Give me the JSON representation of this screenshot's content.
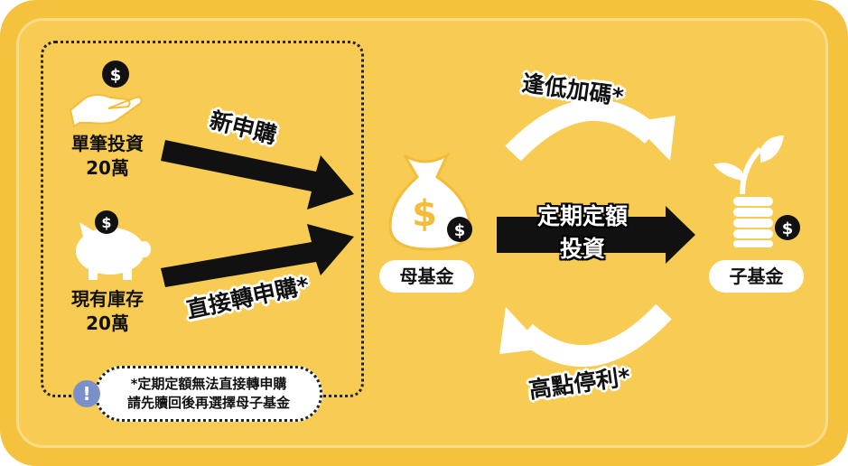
{
  "left_group": {
    "single_investment": {
      "label": "單筆投資",
      "amount": "20萬"
    },
    "existing_holdings": {
      "label": "現有庫存",
      "amount": "20萬"
    }
  },
  "arrows": {
    "new_subscription": "新申購",
    "direct_switch": "直接轉申購*",
    "regular_investment_line1": "定期定額",
    "regular_investment_line2": "投資",
    "buy_low": "逢低加碼*",
    "take_profit": "高點停利*"
  },
  "funds": {
    "parent": "母基金",
    "child": "子基金"
  },
  "note": {
    "icon": "!",
    "line1": "*定期定額無法直接轉申購",
    "line2": "請先贖回後再選擇母子基金"
  },
  "icons": {
    "coin_symbol": "$"
  },
  "colors": {
    "background": "#f5c23e",
    "panel": "#f8cb52",
    "info": "#7b8fca"
  }
}
